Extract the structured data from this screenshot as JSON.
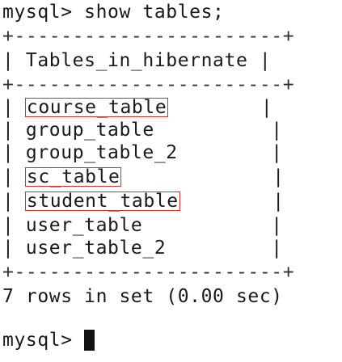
{
  "terminal": {
    "command_line": "mysql> show tables;",
    "border_top": "+-----------------------+",
    "header": "| Tables_in_hibernate |",
    "border_mid": "+-----------------------+",
    "rows": [
      {
        "left": "| ",
        "name": "course_table",
        "right": "        |",
        "highlighted": true
      },
      {
        "left": "| ",
        "name": "group_table",
        "right": "          |",
        "highlighted": false
      },
      {
        "left": "| ",
        "name": "group_table_2",
        "right": "        |",
        "highlighted": false
      },
      {
        "left": "| ",
        "name": "sc_table",
        "right": "             |",
        "highlighted": true
      },
      {
        "left": "| ",
        "name": "student_table",
        "right": "        |",
        "highlighted": true
      },
      {
        "left": "| ",
        "name": "user_table",
        "right": "           |",
        "highlighted": false
      },
      {
        "left": "| ",
        "name": "user_table_2",
        "right": "         |",
        "highlighted": false
      }
    ],
    "border_bottom": "+-----------------------+",
    "result_summary": "7 rows in set (0.00 sec)",
    "prompt": "mysql> "
  },
  "colors": {
    "background": "#ffffff",
    "text": "#1a1a1a",
    "highlight_border": "#c0392b"
  }
}
